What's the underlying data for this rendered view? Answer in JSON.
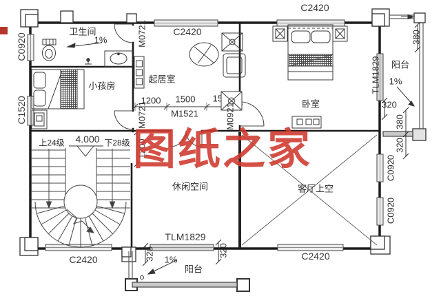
{
  "watermark": {
    "text": "图纸之家",
    "color": "#cf382d"
  },
  "marks": {
    "corner_red_square": "#b5352b"
  },
  "rooms": {
    "bathroom": {
      "name": "卫生间",
      "slope": "1%"
    },
    "kids_room": {
      "name": "小孩房"
    },
    "living_room": {
      "name": "起居室"
    },
    "bedroom": {
      "name": "卧室"
    },
    "leisure_space": {
      "name": "休闲空间"
    },
    "void_above_living": {
      "name": "客厅上空"
    },
    "balcony_right": {
      "name": "阳台",
      "slope": "1%"
    },
    "balcony_bottom": {
      "name": "阳台",
      "slope": "1%"
    }
  },
  "stairs": {
    "up_label": "上24级",
    "elevation": "4.000",
    "down_label": "下28级"
  },
  "openings": {
    "window_left_upper": "C0920",
    "window_left_lower": "C1520",
    "window_top_living": "C2420",
    "window_top_bedroom": "C2420",
    "door_bathroom": "M0721",
    "door_kids_room": "M0721",
    "door_leisure": "M1521",
    "door_bedroom": "M0921",
    "slider_balcony_right": "TLM1829",
    "window_right_upper": "C0920",
    "window_right_lower": "C0920",
    "window_bottom_stair": "C2420",
    "slider_balcony_bottom": "TLM1829",
    "window_bottom_right": "C2420"
  },
  "dimensions": {
    "living_seg1": "1200",
    "living_seg2": "1500",
    "living_seg3": "1500",
    "leisure_opening": "1200",
    "balcony_right_top": "380",
    "slider_right_offset": "320",
    "right_pier_a": "380",
    "right_pier_b": "320",
    "balcony_bottom_left": "320",
    "balcony_bottom_right": "320"
  }
}
